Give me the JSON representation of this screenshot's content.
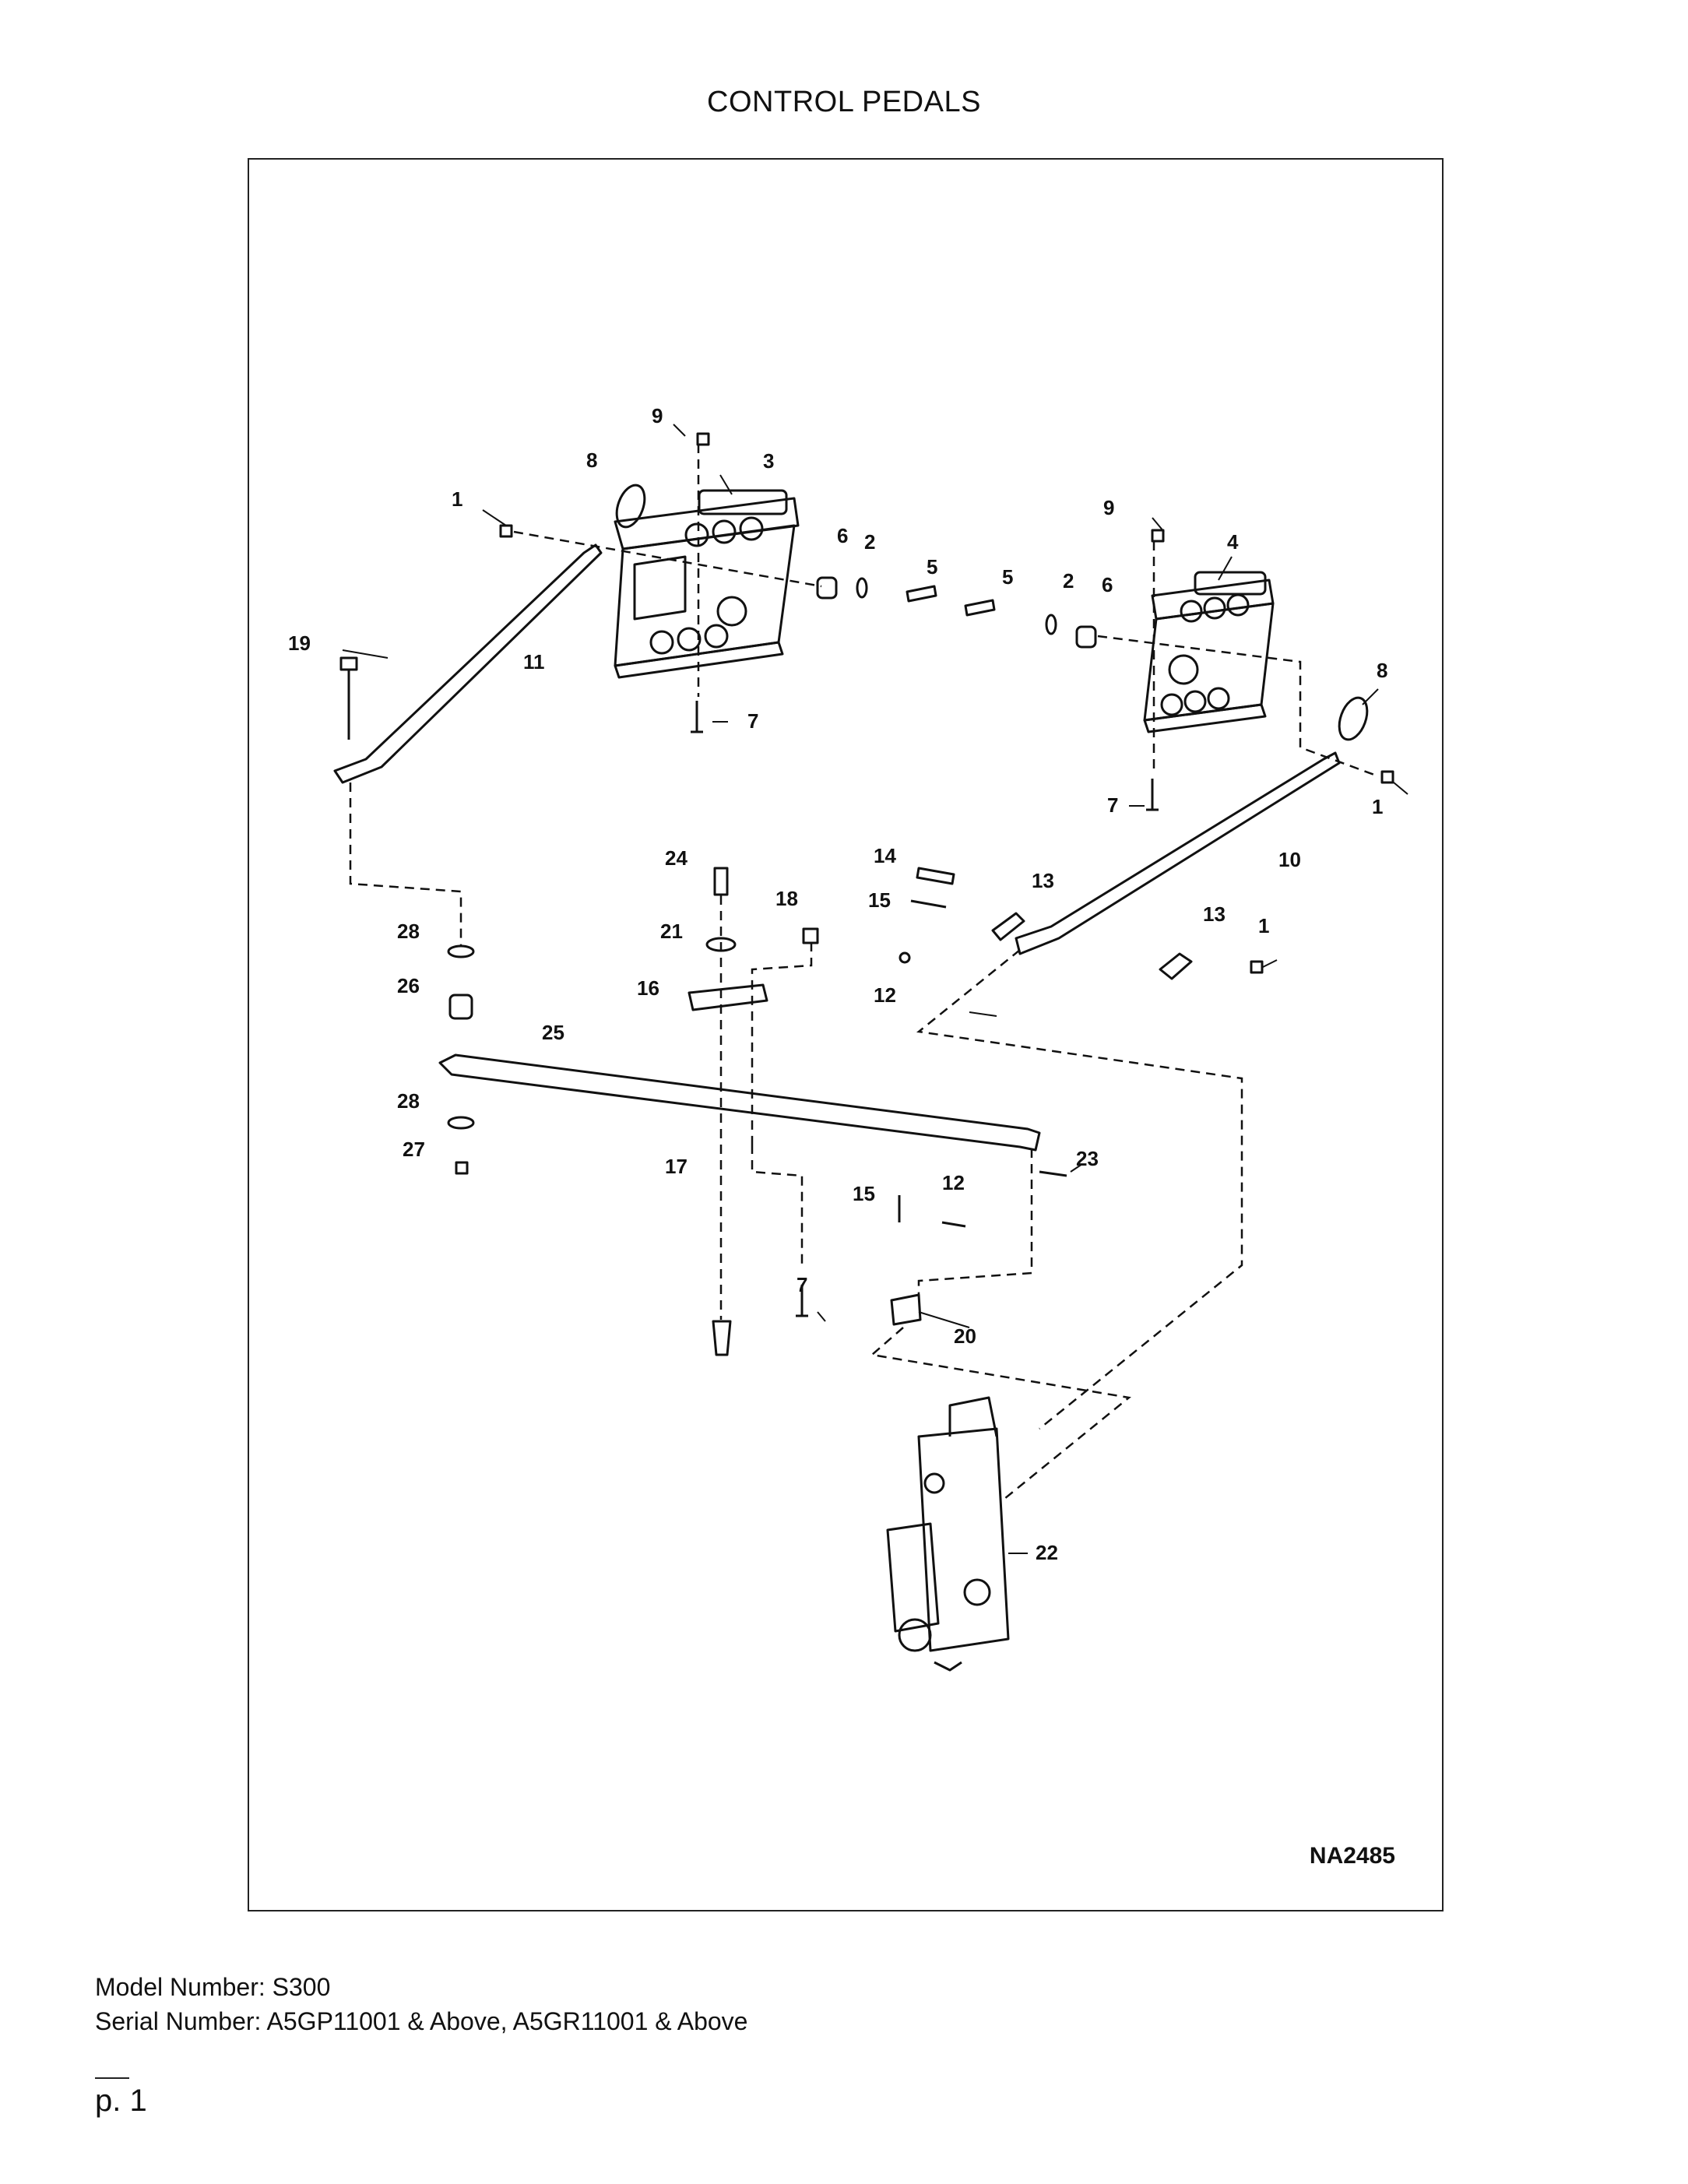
{
  "page": {
    "title": "CONTROL PEDALS",
    "drawing_code": "NA2485",
    "model_line": "Model Number: S300",
    "serial_line": "Serial Number: A5GP11001 & Above, A5GR11001 & Above",
    "page_number": "p. 1"
  },
  "callouts": [
    "1",
    "2",
    "3",
    "4",
    "5",
    "6",
    "7",
    "8",
    "9",
    "10",
    "11",
    "12",
    "13",
    "14",
    "15",
    "16",
    "17",
    "18",
    "19",
    "20",
    "21",
    "22",
    "23",
    "24",
    "25",
    "26",
    "27",
    "28"
  ]
}
